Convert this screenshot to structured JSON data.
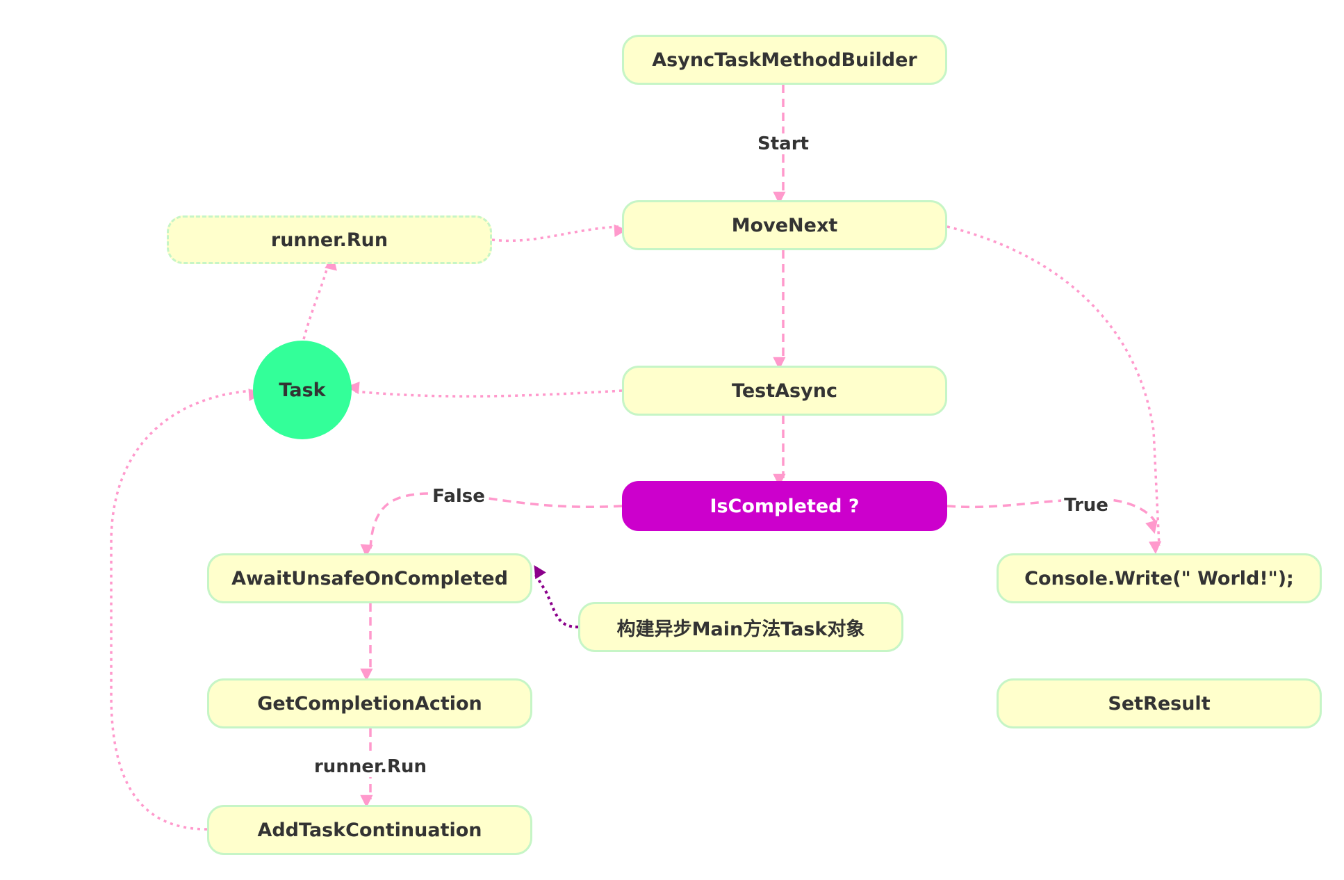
{
  "colors": {
    "node_fill": "#ffffcc",
    "node_border": "#c6f5c6",
    "decision_fill": "#cc00cc",
    "task_fill": "#33ff99",
    "edge": "#ff99cc",
    "note_edge": "#8b008b"
  },
  "nodes": {
    "builder": "AsyncTaskMethodBuilder",
    "movenext": "MoveNext",
    "runner_run": "runner.Run",
    "task": "Task",
    "testasync": "TestAsync",
    "iscompleted": "IsCompleted ?",
    "await_unsafe": "AwaitUnsafeOnCompleted",
    "note": "构建异步Main方法Task对象",
    "get_completion": "GetCompletionAction",
    "add_continuation": "AddTaskContinuation",
    "console_write": "Console.Write(\" World!\");",
    "setresult": "SetResult"
  },
  "edge_labels": {
    "start": "Start",
    "false": "False",
    "true": "True",
    "runner_run": "runner.Run"
  }
}
